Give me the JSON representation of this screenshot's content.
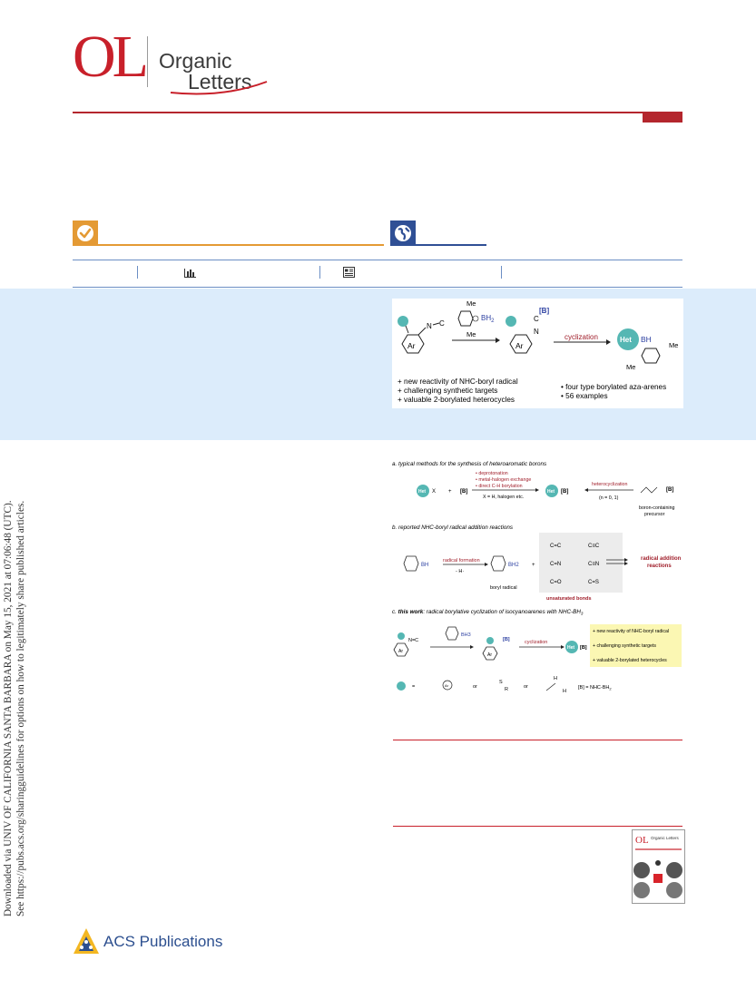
{
  "journal": {
    "logo_mark": "OL",
    "name_line1": "Organic",
    "name_line2": "Letters",
    "brand_color": "#c8202a"
  },
  "access_badges": {
    "check_icon": "checkmark-icon",
    "check_color": "#e49a34",
    "globe_icon": "globe-icon",
    "globe_color": "#2f4f95"
  },
  "metrics_bar": {
    "metrics_icon": "bar-chart-icon",
    "article_icon": "article-recommendations-icon"
  },
  "toc_graphic": {
    "me_top": "Me",
    "bh2": "BH",
    "bh2_sub": "2",
    "me_bottom": "Me",
    "b_label": "[B]",
    "arrow_label": "cyclization",
    "ar": "Ar",
    "het": "Het",
    "product_bh2": "BH",
    "product_me_right": "Me",
    "product_me_left": "Me",
    "bullets_left": [
      "+ new reactivity of NHC-boryl radical",
      "+ challenging synthetic targets",
      "+ valuable 2-borylated heterocycles"
    ],
    "bullets_right": [
      "• four type borylated aza-arenes",
      "• 56 examples"
    ]
  },
  "figure1": {
    "part_a_title": "a. typical methods for the synthesis of heteroaromatic borons",
    "part_a_methods": [
      "• deprotonation",
      "• metal-halogen exchange",
      "• direct C-H borylation"
    ],
    "part_a_het": "Het",
    "part_a_x": "X",
    "part_a_plus": "+",
    "part_a_b": "[B]",
    "part_a_xnote": "X = H, halogen etc.",
    "part_a_heterocyclization": "heterocyclization",
    "part_a_n": "(n = 0, 1)",
    "part_a_precursor": [
      "boron-containing",
      "precursor"
    ],
    "part_b_title": "b. reported NHC-boryl radical addition reactions",
    "part_b_radical_formation": "radical formation",
    "part_b_minus_h": "- H·",
    "part_b_boryl_radical": "boryl radical",
    "part_b_bonds": [
      "C=C",
      "C≡C",
      "C=N",
      "C≡N",
      "C=O",
      "C=S"
    ],
    "part_b_unsaturated": "unsaturated  bonds",
    "part_b_result": [
      "radical addition",
      "reactions"
    ],
    "part_c_title_prefix": "c. ",
    "part_c_title_bold": "this work",
    "part_c_title_rest": ": radical borylative cyclization of isocyanoarenes with NHC-BH",
    "part_c_title_sub": "3",
    "part_c_cyclization": "cyclization",
    "part_c_het": "Het",
    "part_c_b": "[B]",
    "part_c_ar": "Ar",
    "part_c_bullets": [
      "+ new reactivity of NHC-boryl radical",
      "+ challenging synthetic targets",
      "+ valuable 2-borylated heterocycles"
    ],
    "part_c_legend_eq": "=",
    "part_c_legend_ar": "Ar",
    "part_c_legend_or1": "or",
    "part_c_legend_sr": "S",
    "part_c_legend_r": "R",
    "part_c_legend_or2": "or",
    "part_c_legend_h1": "H",
    "part_c_legend_h2": "H",
    "part_c_legend_b": "[B] = NHC-BH",
    "part_c_legend_b_sub": "2"
  },
  "side_watermark": {
    "line1": "Downloaded via UNIV OF CALIFORNIA SANTA BARBARA on May 15, 2021 at 07:06:48 (UTC).",
    "line2": "See https://pubs.acs.org/sharingguidelines for options on how to legitimately share published articles."
  },
  "cover": {
    "title_mark": "OL",
    "title_words": "Organic Letters"
  },
  "footer": {
    "publisher": "ACS Publications"
  }
}
